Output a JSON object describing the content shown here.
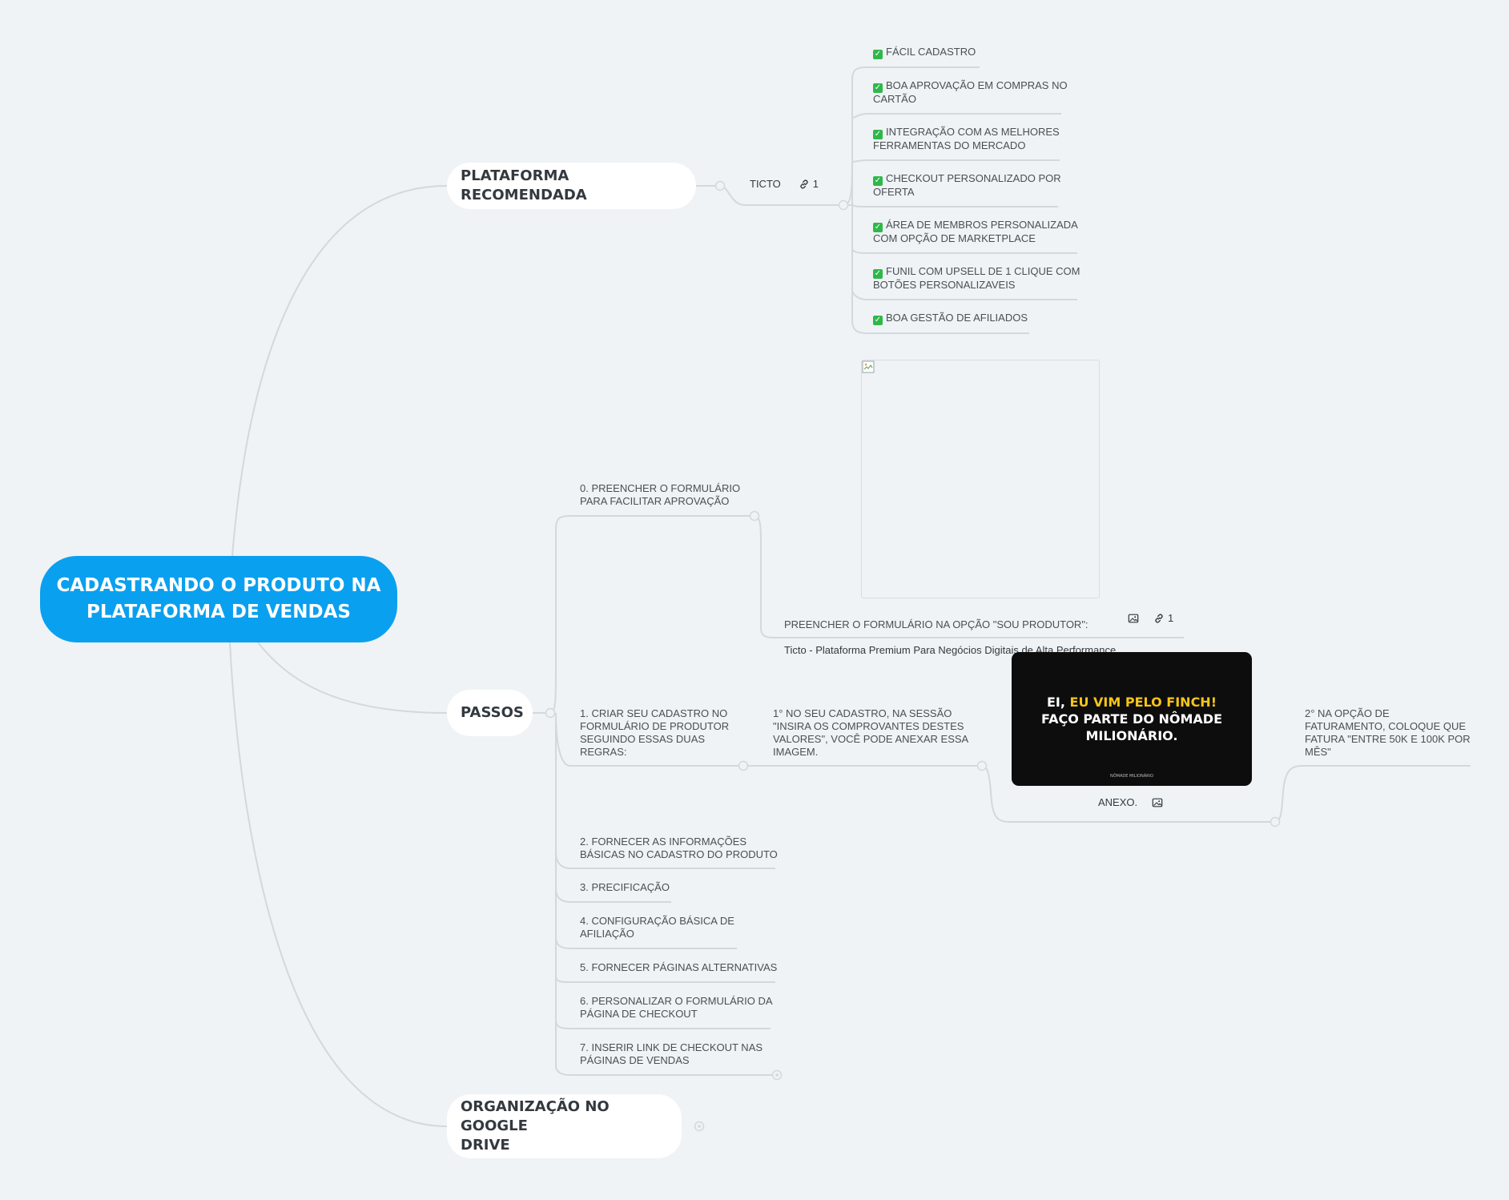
{
  "root": {
    "title": "CADASTRANDO O PRODUTO NA\nPLATAFORMA DE VENDAS"
  },
  "branches": {
    "plataforma": {
      "label": "PLATAFORMA RECOMENDADA",
      "ticto": {
        "label": "TICTO",
        "link_count": "1"
      },
      "benefits": [
        "FÁCIL CADASTRO",
        "BOA APROVAÇÃO EM COMPRAS NO\nCARTÃO",
        "INTEGRAÇÃO COM AS MELHORES\nFERRAMENTAS DO MERCADO",
        "CHECKOUT PERSONALIZADO POR\nOFERTA",
        "ÁREA DE MEMBROS PERSONALIZADA\nCOM OPÇÃO DE MARKETPLACE",
        "FUNIL COM UPSELL DE 1 CLIQUE COM\nBOTÕES PERSONALIZAVEIS",
        "BOA GESTÃO DE AFILIADOS"
      ]
    },
    "passos": {
      "label": "PASSOS",
      "step0": {
        "label": "0. PREENCHER O FORMULÁRIO\nPARA FACILITAR APROVAÇÃO",
        "child": {
          "line1": "PREENCHER O FORMULÁRIO NA OPÇÃO \"SOU PRODUTOR\":",
          "line2": "Ticto - Plataforma Premium Para Negócios Digitais de Alta Performance",
          "link_count": "1"
        }
      },
      "step1": {
        "label": "1. CRIAR SEU CADASTRO NO\nFORMULÁRIO DE PRODUTOR\nSEGUINDO ESSAS DUAS\nREGRAS:",
        "rule1": "1° NO SEU CADASTRO, NA SESSÃO\n\"INSIRA OS COMPROVANTES DESTES\nVALORES\", VOCÊ PODE ANEXAR ESSA\nIMAGEM.",
        "attachment": {
          "label": "ANEXO.",
          "image_line1_a": "EI, ",
          "image_line1_b": "EU VIM PELO FINCH!",
          "image_line2": "FAÇO PARTE DO NÔMADE\nMILIONÁRIO.",
          "image_brand": "NÔMADE MILIONÁRIO",
          "highlight_color": "#f5c518"
        },
        "rule2": "2° NA OPÇÃO DE\nFATURAMENTO, COLOQUE QUE\nFATURA \"ENTRE 50K E 100K POR\nMÊS\""
      },
      "steps": [
        "2. FORNECER AS INFORMAÇÕES\nBÁSICAS NO CADASTRO DO PRODUTO",
        "3. PRECIFICAÇÃO",
        "4. CONFIGURAÇÃO BÁSICA DE\nAFILIAÇÃO",
        "5. FORNECER PÁGINAS ALTERNATIVAS",
        "6. PERSONALIZAR O FORMULÁRIO DA\nPÁGINA DE CHECKOUT",
        "7. INSERIR LINK DE CHECKOUT NAS\nPÁGINAS DE VENDAS"
      ]
    },
    "drive": {
      "label": "ORGANIZAÇÃO NO GOOGLE\nDRIVE"
    }
  },
  "colors": {
    "root": "#0aa0f0",
    "line": "#d3d8dd",
    "background": "#eff3f6",
    "check": "#2fb84a"
  }
}
